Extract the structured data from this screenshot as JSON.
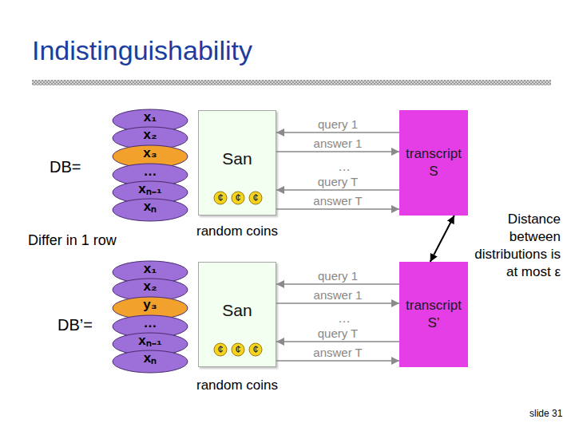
{
  "diagram": {
    "title": "Indistinguishability",
    "nodes": [
      {
        "text": [
          "x₁"
        ]
      },
      {
        "text": [
          "x₂"
        ]
      },
      {
        "text": [
          "x₃"
        ]
      },
      {
        "text": [
          "…"
        ]
      },
      {
        "text": [
          "xₙ₋₁"
        ]
      },
      {
        "text": [
          "xₙ"
        ]
      },
      {
        "text": [
          "San"
        ]
      },
      {
        "text": [
          "¢"
        ],
        "in": 6
      },
      {
        "text": [
          "¢"
        ],
        "in": 6
      },
      {
        "text": [
          "¢"
        ],
        "in": 6
      },
      {
        "text": [
          "transcript",
          "S"
        ]
      },
      {
        "text": [
          "x₁"
        ]
      },
      {
        "text": [
          "x₂"
        ]
      },
      {
        "text": [
          "y₃"
        ]
      },
      {
        "text": [
          "…"
        ]
      },
      {
        "text": [
          "xₙ₋₁"
        ]
      },
      {
        "text": [
          "xₙ"
        ]
      },
      {
        "text": [
          "San"
        ]
      },
      {
        "text": [
          "¢"
        ],
        "in": 17
      },
      {
        "text": [
          "¢"
        ],
        "in": 17
      },
      {
        "text": [
          "¢"
        ],
        "in": 17
      },
      {
        "text": [
          "transcript",
          "S’"
        ]
      }
    ],
    "edges": [
      {
        "from": 10,
        "to": 6,
        "label": "query 1",
        "arrow": "to"
      },
      {
        "from": 6,
        "to": 10,
        "label": "answer 1",
        "arrow": "to"
      },
      {
        "from": 10,
        "to": 6,
        "label": "query T",
        "arrow": "to"
      },
      {
        "from": 6,
        "to": 10,
        "label": "answer T",
        "arrow": "to"
      },
      {
        "from": 21,
        "to": 17,
        "label": "query 1",
        "arrow": "to"
      },
      {
        "from": 17,
        "to": 21,
        "label": "answer 1",
        "arrow": "to"
      },
      {
        "from": 21,
        "to": 17,
        "label": "query T",
        "arrow": "to"
      },
      {
        "from": 17,
        "to": 21,
        "label": "answer T",
        "arrow": "to"
      },
      {
        "from": 10,
        "to": 21,
        "label": "Distance between distributions is at most ε",
        "arrow": "both"
      }
    ],
    "labels": [
      "DB=",
      "…",
      "random coins",
      "Differ in 1 row",
      "DB’=",
      "…",
      "random coins",
      "slide 31"
    ]
  }
}
